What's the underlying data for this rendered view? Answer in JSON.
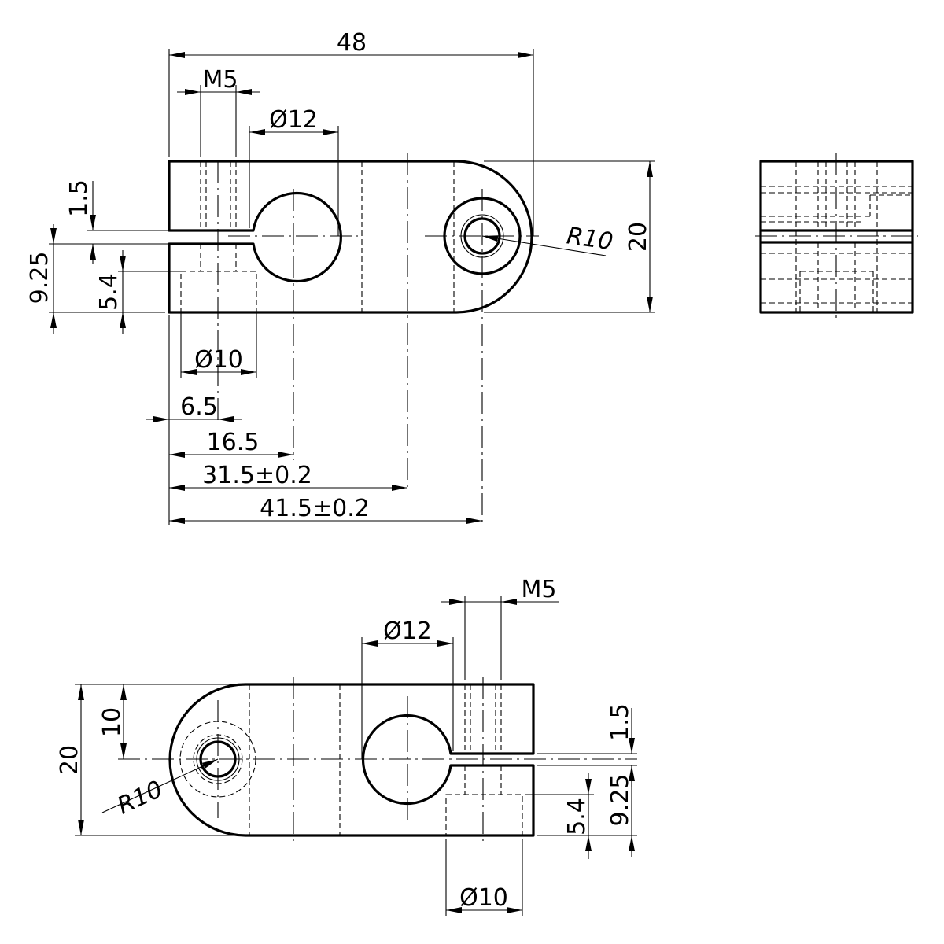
{
  "drawing": {
    "top_view": {
      "overall_length": "48",
      "thread_top": "M5",
      "bore_top": "Ø12",
      "slot_width": "1.5",
      "slot_height": "9.25",
      "counterbore_depth": "5.4",
      "counterbore_dia": "Ø10",
      "thread_pos": "6.5",
      "bore_pos": "16.5",
      "center_pos": "31.5±0.2",
      "hole_pos": "41.5±0.2",
      "radius": "R10",
      "height": "20"
    },
    "bottom_view": {
      "thread_top": "M5",
      "bore_top": "Ø12",
      "half_height": "10",
      "height": "20",
      "radius": "R10",
      "slot_width": "1.5",
      "counterbore_depth": "5.4",
      "slot_height": "9.25",
      "counterbore_dia": "Ø10"
    }
  }
}
